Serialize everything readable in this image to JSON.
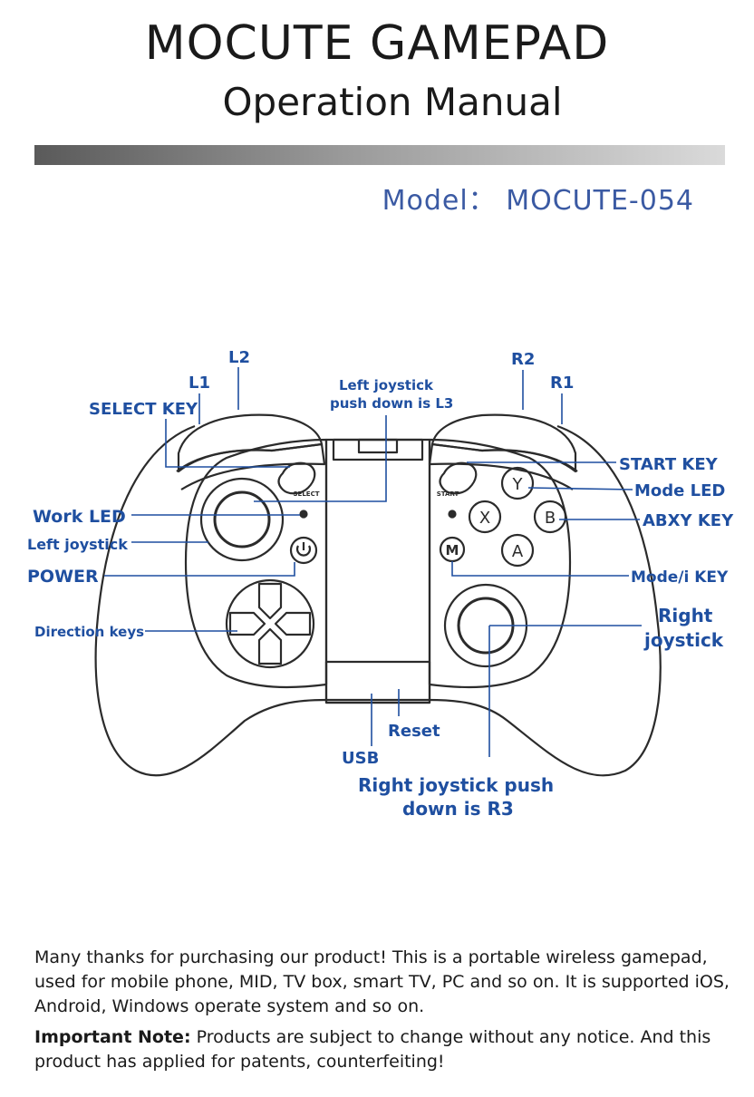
{
  "header": {
    "title": "MOCUTE GAMEPAD",
    "subtitle": "Operation Manual",
    "model": "Model： MOCUTE-054"
  },
  "diagram": {
    "labels": {
      "l2": "L2",
      "l1": "L1",
      "select_key": "SELECT KEY",
      "left_joystick_push": [
        "Left joystick",
        "push down is L3"
      ],
      "r2": "R2",
      "r1": "R1",
      "start_key": "START KEY",
      "mode_led": "Mode LED",
      "abxy_key": "ABXY KEY",
      "work_led": "Work LED",
      "left_joystick": "Left joystick",
      "power": "POWER",
      "mode_i_key": "Mode/i KEY",
      "right_joystick": [
        "Right",
        "joystick"
      ],
      "direction_keys": "Direction keys",
      "reset": "Reset",
      "usb": "USB",
      "right_joystick_push": [
        "Right joystick push",
        "down is R3"
      ]
    },
    "printed": {
      "select": "SELECT",
      "start": "START",
      "y": "Y",
      "x": "X",
      "b": "B",
      "a": "A",
      "m": "M"
    }
  },
  "intro": "Many thanks for purchasing our product! This is a portable wireless gamepad, used for mobile phone, MID, TV box, smart TV, PC and so on. It is supported iOS, Android, Windows operate system and so on.",
  "note": {
    "label": "Important Note:",
    "text": " Products are subject to change without any notice. And this product has applied for patents, counterfeiting!"
  }
}
